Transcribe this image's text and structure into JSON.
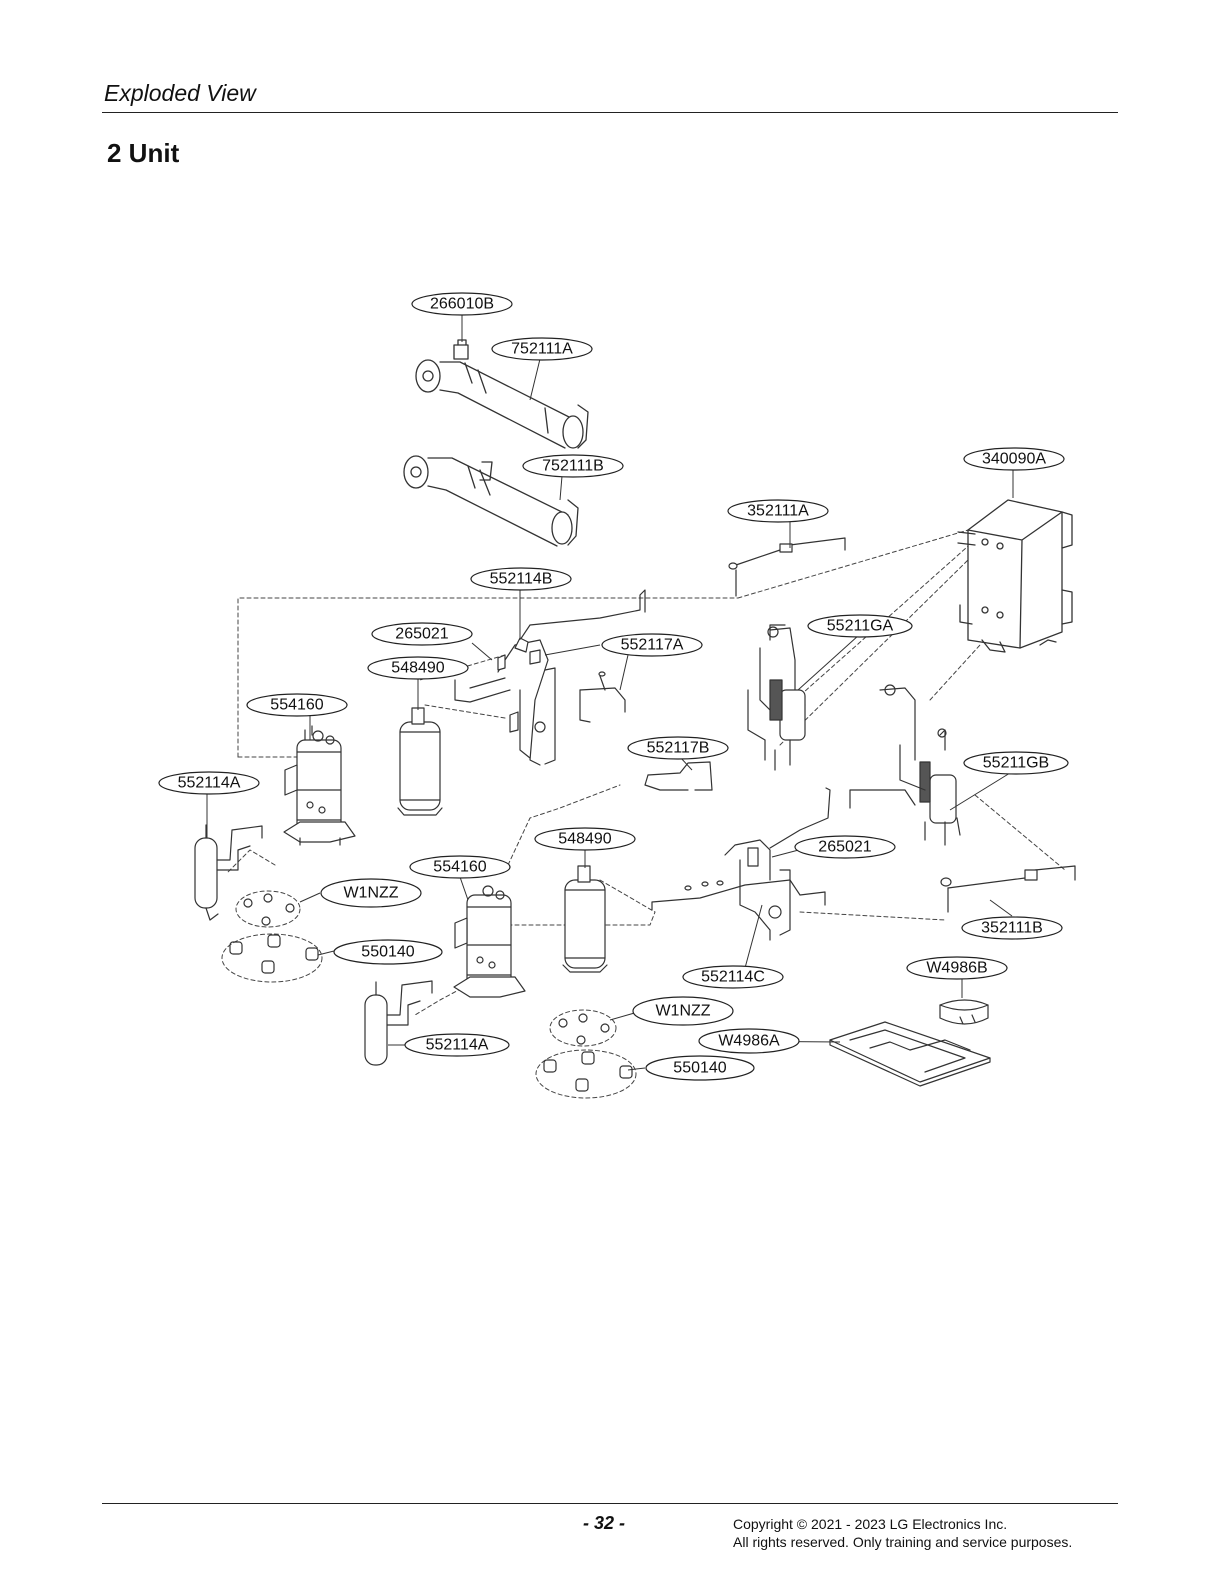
{
  "header": {
    "section": "Exploded View",
    "title": "2 Unit"
  },
  "callouts": [
    "266010B",
    "752111A",
    "752111B",
    "340090A",
    "352111A",
    "552114B",
    "265021",
    "552117A",
    "55211GA",
    "548490",
    "554160",
    "552117B",
    "552114A",
    "55211GB",
    "548490",
    "265021",
    "554160",
    "W1NZZ",
    "352111B",
    "550140",
    "552114C",
    "W4986B",
    "W1NZZ",
    "552114A",
    "W4986A",
    "550140"
  ],
  "footer": {
    "page_number": "- 32 -",
    "copyright_line1": "Copyright © 2021 - 2023 LG Electronics Inc.",
    "copyright_line2": "All rights reserved. Only training and service purposes."
  }
}
